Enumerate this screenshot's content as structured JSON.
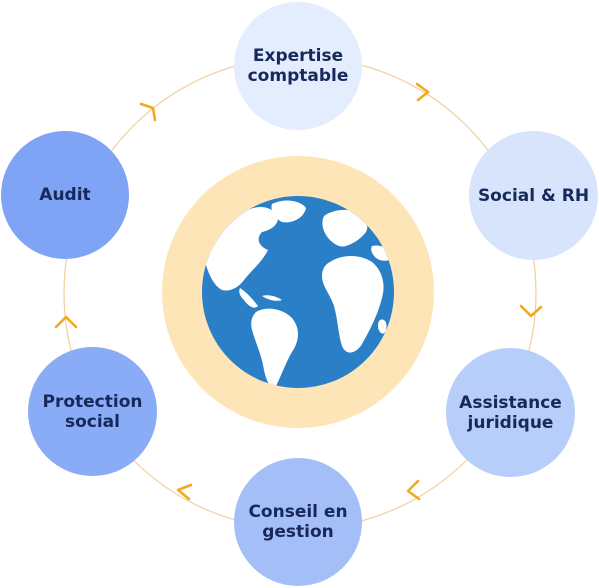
{
  "nodes": {
    "expertise": {
      "label_l1": "Expertise",
      "label_l2": "comptable",
      "color": "#e3edfd"
    },
    "social_rh": {
      "label": "Social & RH",
      "color": "#d7e4fc"
    },
    "assistance": {
      "label_l1": "Assistance",
      "label_l2": "juridique",
      "color": "#b8cefa"
    },
    "conseil": {
      "label_l1": "Conseil en",
      "label_l2": "gestion",
      "color": "#a4bef8"
    },
    "protection": {
      "label_l1": "Protection",
      "label_l2": "social",
      "color": "#8aabf6"
    },
    "audit": {
      "label": "Audit",
      "color": "#7fa3f5"
    }
  },
  "colors": {
    "ring_line": "#f2cf9a",
    "arrow": "#f2a91d",
    "halo": "#fde5b8",
    "ocean": "#2a7fc6",
    "land": "#ffffff"
  },
  "center_icon": "globe-icon"
}
